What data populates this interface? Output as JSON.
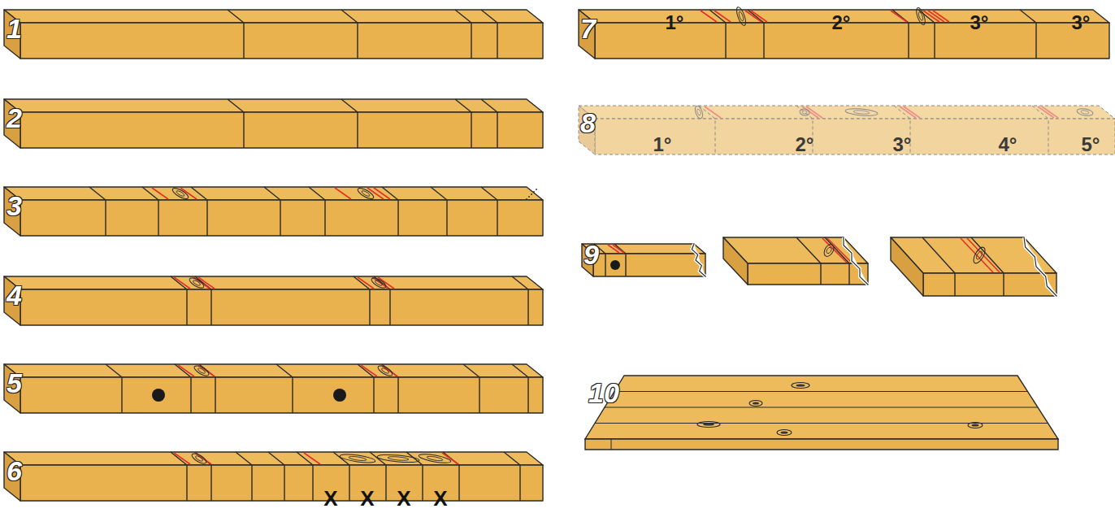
{
  "diagram": {
    "labels": [
      "1",
      "2",
      "3",
      "4",
      "5",
      "6",
      "X",
      "X",
      "X",
      "X",
      "7",
      "1°",
      "2°",
      "3°",
      "3°",
      "8",
      "1°",
      "2°",
      "3°",
      "4°",
      "5°",
      "9",
      "10"
    ]
  }
}
